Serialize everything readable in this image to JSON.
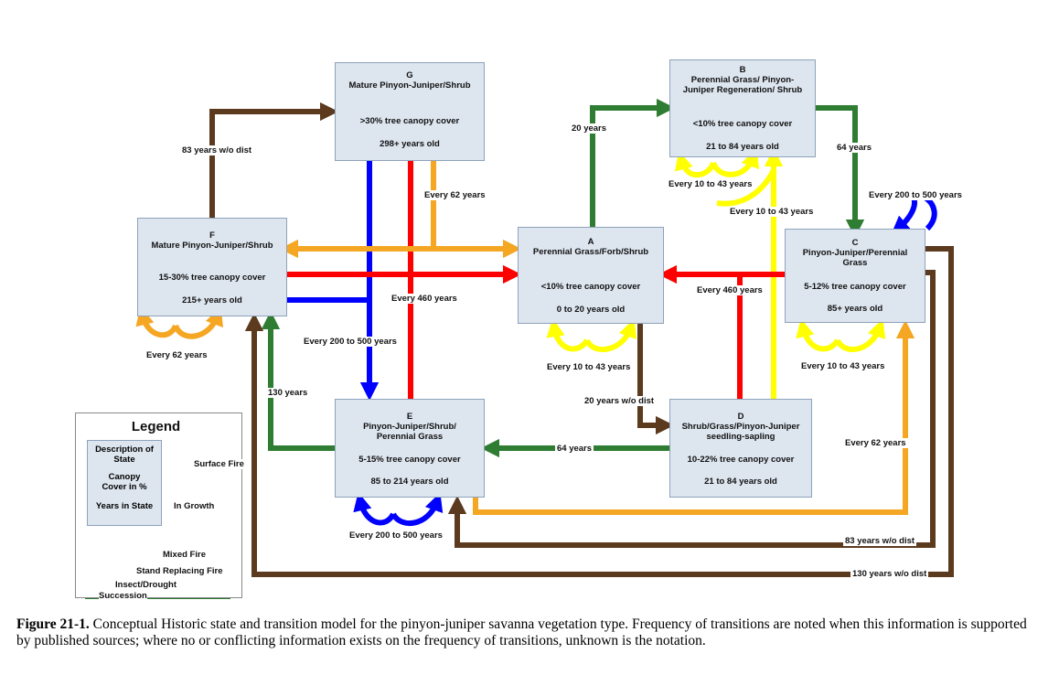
{
  "colors": {
    "succession": "#2e7d32",
    "in_growth": "#5b3a1e",
    "surface_fire": "#ffff00",
    "mixed_fire": "#f5a623",
    "stand_replacing_fire": "#ff0000",
    "insect_drought": "#0000ff",
    "box_fill": "#dde5ef"
  },
  "states": {
    "G": {
      "letter": "G",
      "name": "Mature Pinyon-Juniper/Shrub",
      "canopy": ">30% tree canopy cover",
      "years": "298+ years old"
    },
    "B": {
      "letter": "B",
      "name": "Perennial Grass/ Pinyon-Juniper Regeneration/ Shrub",
      "canopy": "<10% tree canopy cover",
      "years": "21 to 84 years old"
    },
    "F": {
      "letter": "F",
      "name": "Mature Pinyon-Juniper/Shrub",
      "canopy": "15-30% tree canopy cover",
      "years": "215+ years old"
    },
    "A": {
      "letter": "A",
      "name": "Perennial Grass/Forb/Shrub",
      "canopy": "<10% tree canopy cover",
      "years": "0 to 20 years old"
    },
    "C": {
      "letter": "C",
      "name": "Pinyon-Juniper/Perennial Grass",
      "canopy": "5-12% tree canopy cover",
      "years": "85+ years old"
    },
    "E": {
      "letter": "E",
      "name": "Pinyon-Juniper/Shrub/ Perennial Grass",
      "canopy": "5-15% tree canopy cover",
      "years": "85 to 214 years old"
    },
    "D": {
      "letter": "D",
      "name": "Shrub/Grass/Pinyon-Juniper seedling-sapling",
      "canopy": "10-22% tree canopy cover",
      "years": "21 to 84 years old"
    }
  },
  "transitions": {
    "f_to_g": "83 years w/o dist",
    "g_mixed": "Every 62 years",
    "g_stand": "Every 460 years",
    "g_insect": "Every 200 to 500 years",
    "a_to_b": "20 years",
    "b_to_c": "64 years",
    "b_surface": "Every 10 to 43 years",
    "d_to_b_surface": "Every 10 to 43 years",
    "c_insect": "Every 200 to 500 years",
    "d_to_a_stand": "Every 460 years",
    "f_mixed_loop": "Every 62 years",
    "a_surface": "Every 10 to 43 years",
    "c_surface": "Every 10 to 43 years",
    "a_to_d": "20 years w/o dist",
    "e_to_f": "130 years",
    "d_to_e": "64 years",
    "e_to_c_mixed": "Every 62 years",
    "e_insect": "Every 200 to 500 years",
    "c_to_e": "83 years w/o dist",
    "c_to_f": "130 years w/o dist"
  },
  "legend": {
    "title": "Legend",
    "box_line1": "Description of State",
    "box_line2": "Canopy Cover in %",
    "box_line3": "Years in State",
    "surface_fire": "Surface Fire",
    "in_growth": "In Growth",
    "mixed_fire": "Mixed Fire",
    "stand_replacing_fire": "Stand Replacing Fire",
    "insect_drought": "Insect/Drought",
    "succession": "Succession"
  },
  "caption": {
    "label": "Figure 21-1.",
    "text": " Conceptual Historic state and transition model for the pinyon-juniper savanna vegetation type. Frequency of transitions are noted when this information is supported by published sources; where no or conflicting information exists on the frequency of transitions, unknown is the notation."
  }
}
